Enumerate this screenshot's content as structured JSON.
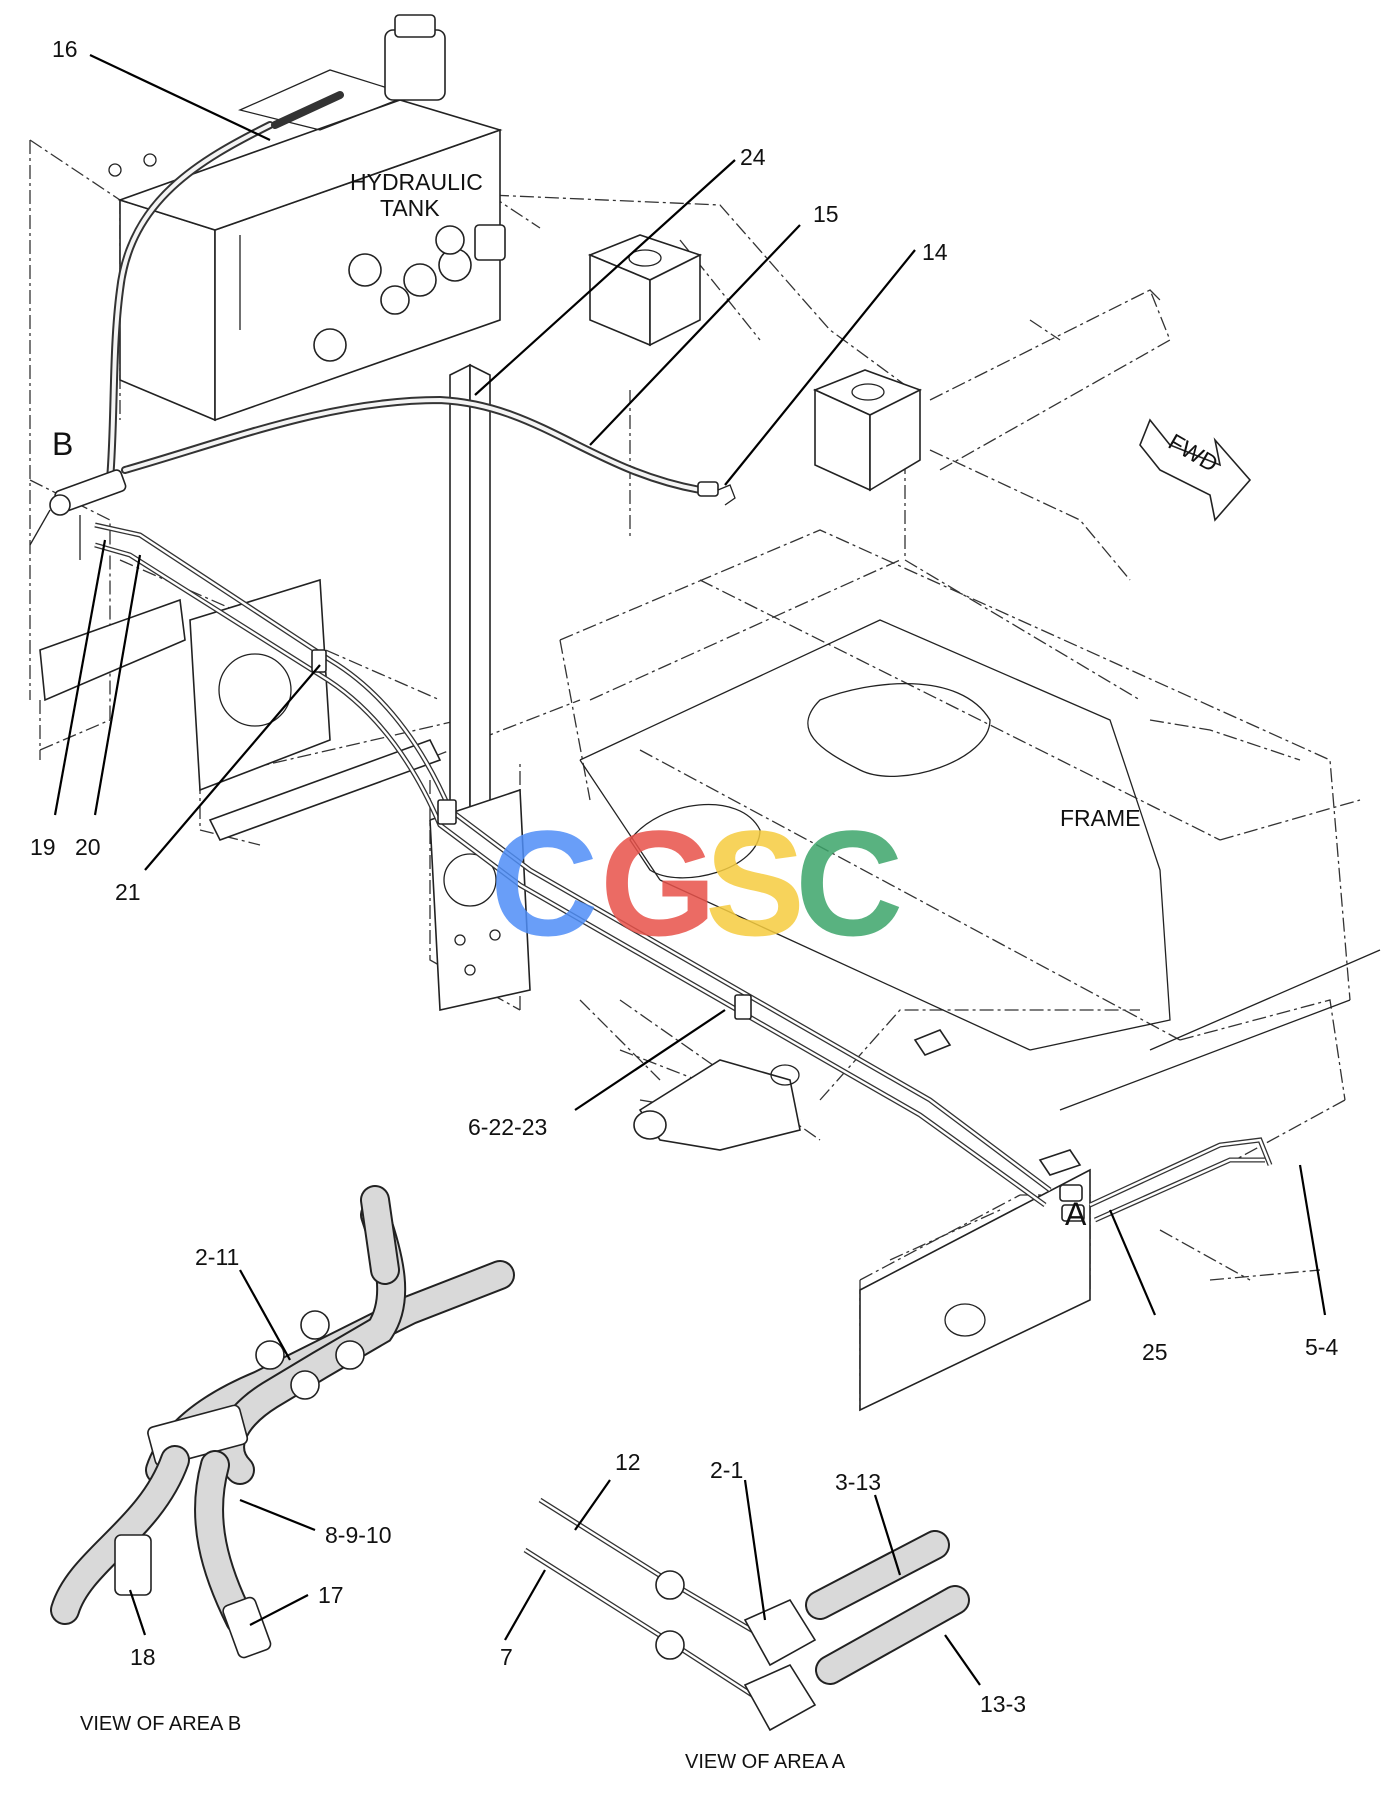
{
  "labels": {
    "tank": [
      "HYDRAULIC",
      "TANK"
    ],
    "frame": "FRAME",
    "fwd": "FWD",
    "area_a": "A",
    "area_b": "B",
    "view_area_b": "VIEW OF AREA B",
    "view_area_a": "VIEW OF AREA A"
  },
  "callouts": [
    "16",
    "24",
    "15",
    "14",
    "19",
    "20",
    "21",
    "6-22-23",
    "25",
    "5-4",
    "2-11",
    "8-9-10",
    "17",
    "18",
    "12",
    "2-1",
    "3-13",
    "7",
    "13-3"
  ],
  "watermark": {
    "letters": [
      "C",
      "G",
      "S",
      "C"
    ],
    "colors": [
      "#4f8ef7",
      "#e8524a",
      "#f6cc3f",
      "#3da56b"
    ]
  }
}
